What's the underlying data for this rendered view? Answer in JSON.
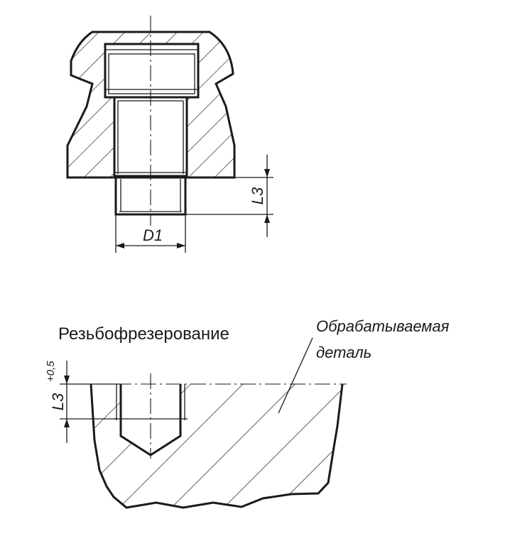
{
  "top_view": {
    "d1_label": "D1",
    "l3_label": "L3"
  },
  "bottom_view": {
    "process_label": "Резьбофрезерование",
    "workpiece_label_line1": "Обрабатываемая",
    "workpiece_label_line2": "деталь",
    "depth_label": "L3",
    "depth_tolerance": "+0,5"
  }
}
